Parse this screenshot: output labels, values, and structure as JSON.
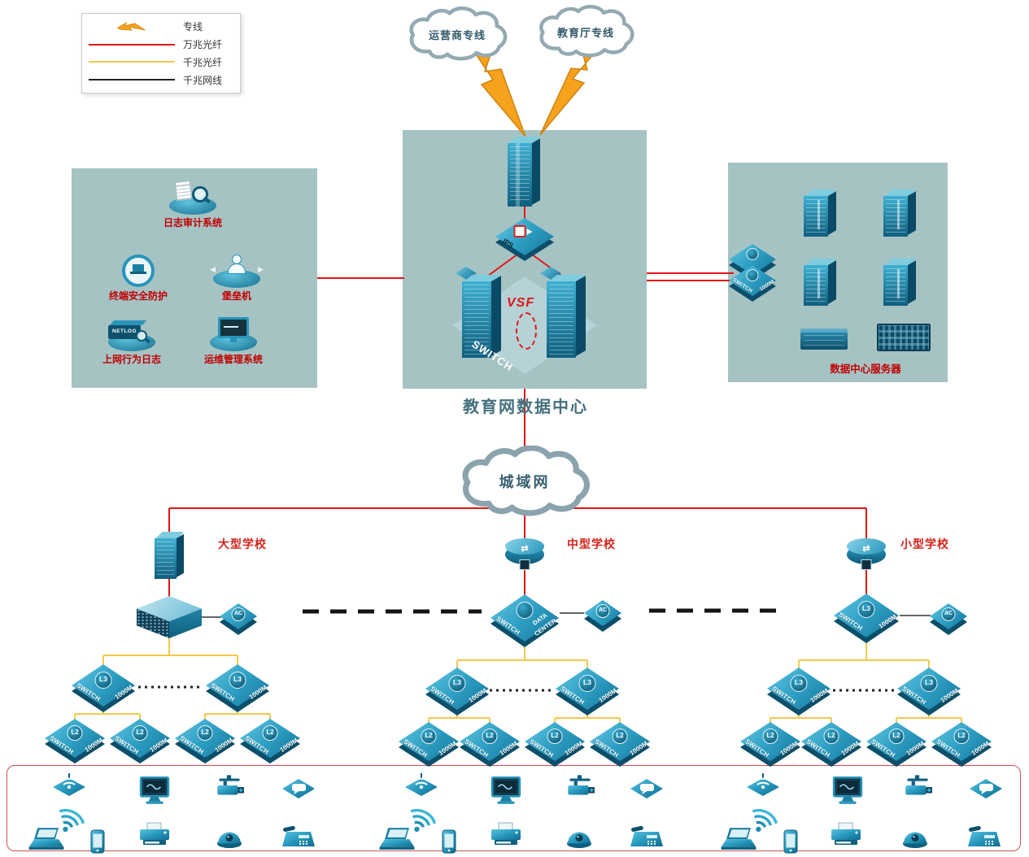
{
  "legend": {
    "items": [
      "专线",
      "万兆光纤",
      "千兆光纤",
      "千兆网线"
    ]
  },
  "clouds": {
    "carrier": "运营商专线",
    "education": "教育厅专线",
    "man": "城域网"
  },
  "datacenter": {
    "title": "教育网数据中心",
    "vsf": "VSF",
    "ips": "IPS",
    "switch_word": "SWITCH"
  },
  "security_zone": {
    "items": [
      "日志审计系统",
      "终端安全防护",
      "堡垒机",
      "上网行为日志",
      "运维管理系统"
    ],
    "netlog": "NETLOG"
  },
  "server_zone": {
    "title": "数据中心服务器"
  },
  "schools": {
    "large": "大型学校",
    "medium": "中型学校",
    "small": "小型学校"
  },
  "labels": {
    "switch": "SWITCH",
    "m1000": "1000M",
    "l3": "L3",
    "l2": "L2",
    "ac": "AC",
    "data_word": "DATA",
    "center_word": "CENTER"
  },
  "icons": {
    "router_arrows": "⇄",
    "arrow_left": "◀",
    "arrow_right": "▶"
  }
}
